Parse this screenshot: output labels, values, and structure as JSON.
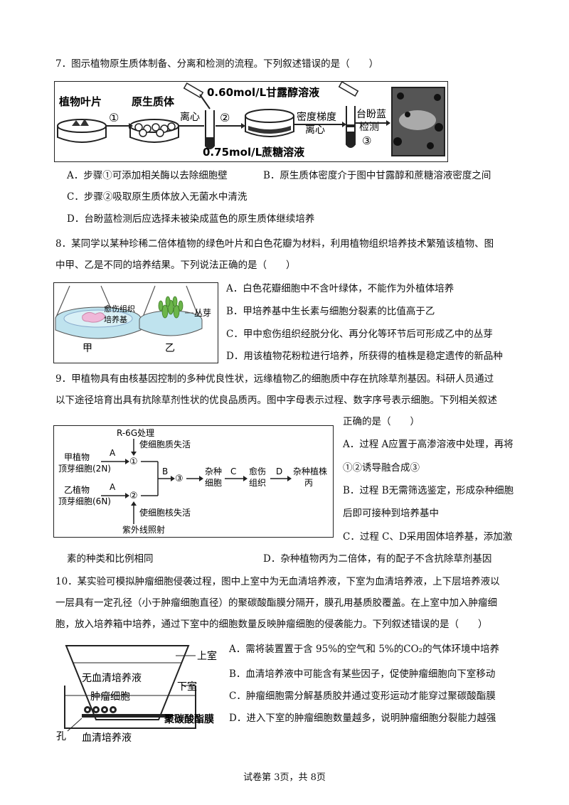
{
  "q7": {
    "stem": "7．图示植物原生质体制备、分离和检测的流程。下列叙述错误的是（　　）",
    "figure": {
      "leaf": "植物叶片",
      "step1": "①",
      "protoplast": "原生质体",
      "centrifuge": "离心",
      "step2": "②",
      "mannitol": "0.60mol/L甘露醇溶液",
      "gradient": "密度梯度",
      "gradient2": "离心",
      "sucrose": "0.75mol/L蔗糖溶液",
      "trypan": "台盼蓝",
      "detect": "检测",
      "step3": "③"
    },
    "options": {
      "A": "A．步骤①可添加相关酶以去除细胞壁",
      "B": "B．原生质体密度介于图中甘露醇和蔗糖溶液密度之间",
      "C": "C．步骤②吸取原生质体放入无菌水中清洗",
      "D": "D．台盼蓝检测后应选择未被染成蓝色的原生质体继续培养"
    }
  },
  "q8": {
    "stem1": "8．某同学以某种珍稀二倍体植物的绿色叶片和白色花瓣为材料，利用植物组织培养技术繁殖该植物、图",
    "stem2": "中甲、乙是不同的培养结果。下列说法正确的是（　　）",
    "figure": {
      "callus1": "愈伤组织",
      "callus2": "培养基",
      "shoot": "丛芽",
      "jia": "甲",
      "yi": "乙"
    },
    "options": {
      "A": "A．白色花瓣细胞中不含叶绿体，不能作为外植体培养",
      "B": "B．甲培养基中生长素与细胞分裂素的比值高于乙",
      "C": "C．甲中愈伤组织经脱分化、再分化等环节后可形成乙中的丛芽",
      "D": "D．用该植物花粉粒进行培养，所获得的植株是稳定遗传的新品种"
    }
  },
  "q9": {
    "stem1": "9．甲植物具有由核基因控制的多种优良性状，远缘植物乙的细胞质中存在抗除草剂基因。科研人员通过",
    "stem2": "以下途径培育出具有抗除草剂性状的优良品质丙。图中字母表示过程、数字序号表示细胞。下列相关叙述",
    "stem3": "正确的是（　　）",
    "figure": {
      "r6g": "R-6G处理",
      "inact1": "使细胞质失活",
      "jia1": "甲植物",
      "jia2": "顶芽细胞(2N)",
      "yi1": "乙植物",
      "yi2": "顶芽细胞(6N)",
      "A": "A",
      "B": "B",
      "C": "C",
      "D": "D",
      "c1": "①",
      "c2": "②",
      "c3": "③",
      "hybrid1": "杂种",
      "hybrid2": "细胞",
      "callus1": "愈伤",
      "callus2": "组织",
      "plant1": "杂种植株",
      "plant2": "丙",
      "inact2": "使细胞核失活",
      "uv": "紫外线照射"
    },
    "options": {
      "A1": "A．过程 A应置于高渗溶液中处理，再将",
      "A2": "①②诱导融合成③",
      "B1": "B．过程 B无需筛选鉴定，形成杂种细胞",
      "B2": "后即可接种到培养基中",
      "C1": "C．过程 C、D采用固体培养基，添加激",
      "C2": "素的种类和比例相同",
      "D": "D．杂种植物丙为二倍体，有的配子不含抗除草剂基因"
    }
  },
  "q10": {
    "stem1": "10．某实验可模拟肿瘤细胞侵袭过程，图中上室中为无血清培养液，下室为血清培养液，上下层培养液以",
    "stem2": "一层具有一定孔径（小于肿瘤细胞直径）的聚碳酸酯膜分隔开，膜孔用基质胶覆盖。在上室中加入肿瘤细",
    "stem3": "胞，放入培养箱中培养，通过下室中的细胞数量反映肿瘤细胞的侵袭能力。下列叙述错误的是（　　）",
    "figure": {
      "upper": "上室",
      "noserum": "无血清培养液",
      "lower": "下室",
      "tumor": "肿瘤细胞",
      "membrane": "聚碳酸酯膜",
      "hole": "孔",
      "serum": "血清培养液"
    },
    "options": {
      "A": "A．需将装置置于含 95%的空气和 5%的CO₂的气体环境中培养",
      "B": "B．血清培养液中可能含有某些因子，促使肿瘤细胞向下室移动",
      "C": "C．肿瘤细胞需分解基质胶并通过变形运动才能穿过聚碳酸酯膜",
      "D": "D．进入下室的肿瘤细胞数量越多，说明肿瘤细胞分裂能力越强"
    }
  },
  "footer": "试卷第 3页，共 8页"
}
